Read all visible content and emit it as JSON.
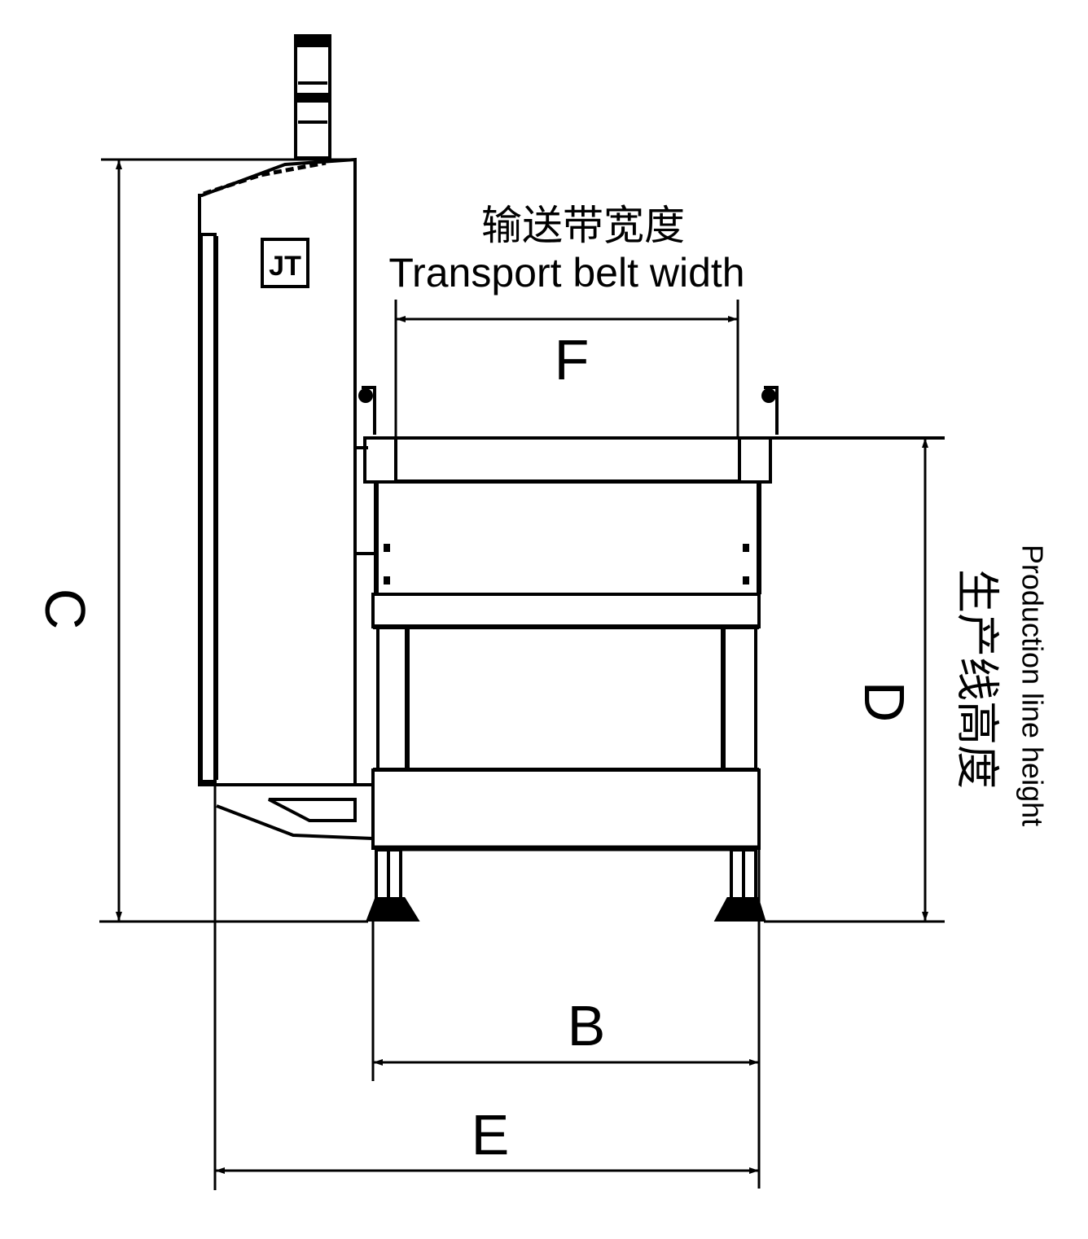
{
  "title_cn": "输送带宽度",
  "title_en": "Transport belt width",
  "side_cn": "生产线高度",
  "side_en": "Production line height",
  "dims": {
    "c": "C",
    "d": "D",
    "f": "F",
    "b": "B",
    "e": "E"
  },
  "colors": {
    "line": "#000000",
    "background": "#ffffff"
  },
  "icons": {
    "cabinet_badge": "jt-logo-icon"
  }
}
